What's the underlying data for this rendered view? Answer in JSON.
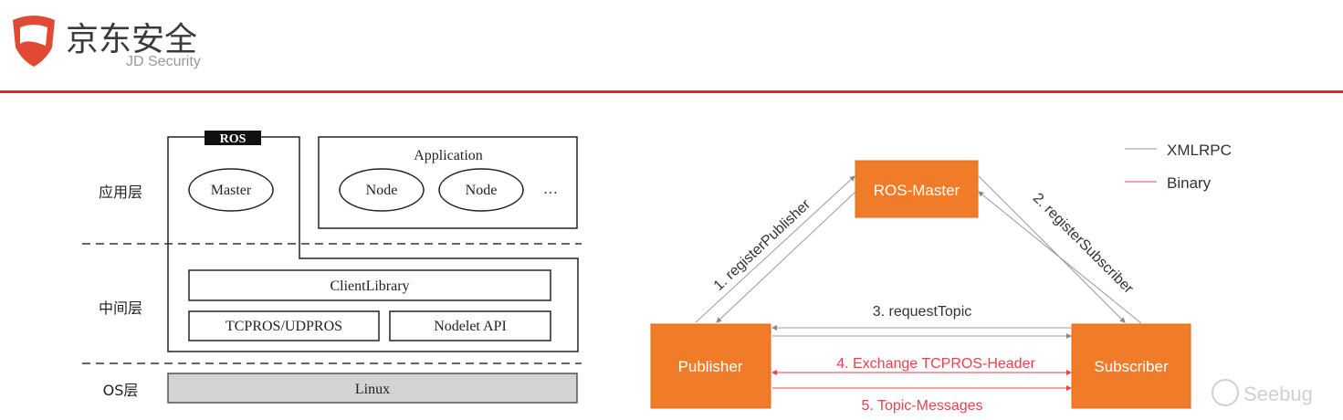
{
  "header": {
    "logo_cn": "京东安全",
    "logo_en": "JD Security",
    "accent": "#d7263d"
  },
  "left_diagram": {
    "layers": {
      "app": "应用层",
      "middle": "中间层",
      "os": "OS层"
    },
    "ros_tag": "ROS",
    "master": "Master",
    "application": {
      "title": "Application",
      "nodes": [
        "Node",
        "Node"
      ],
      "ellipsis": "…"
    },
    "client_library": "ClientLibrary",
    "tcpros": "TCPROS/UDPROS",
    "nodelet": "Nodelet API",
    "linux": "Linux"
  },
  "right_diagram": {
    "master": "ROS-Master",
    "publisher": "Publisher",
    "subscriber": "Subscriber",
    "box_color": "#f07c2a",
    "steps": {
      "s1": "1. registerPublisher",
      "s2": "2. registerSubscriber",
      "s3": "3. requestTopic",
      "s4": "4. Exchange TCPROS-Header",
      "s5": "5. Topic-Messages"
    },
    "legend": {
      "xmlrpc": "XMLRPC",
      "binary": "Binary",
      "xmlrpc_color": "#999999",
      "binary_color": "#e8414e"
    }
  },
  "watermark": "Seebug"
}
